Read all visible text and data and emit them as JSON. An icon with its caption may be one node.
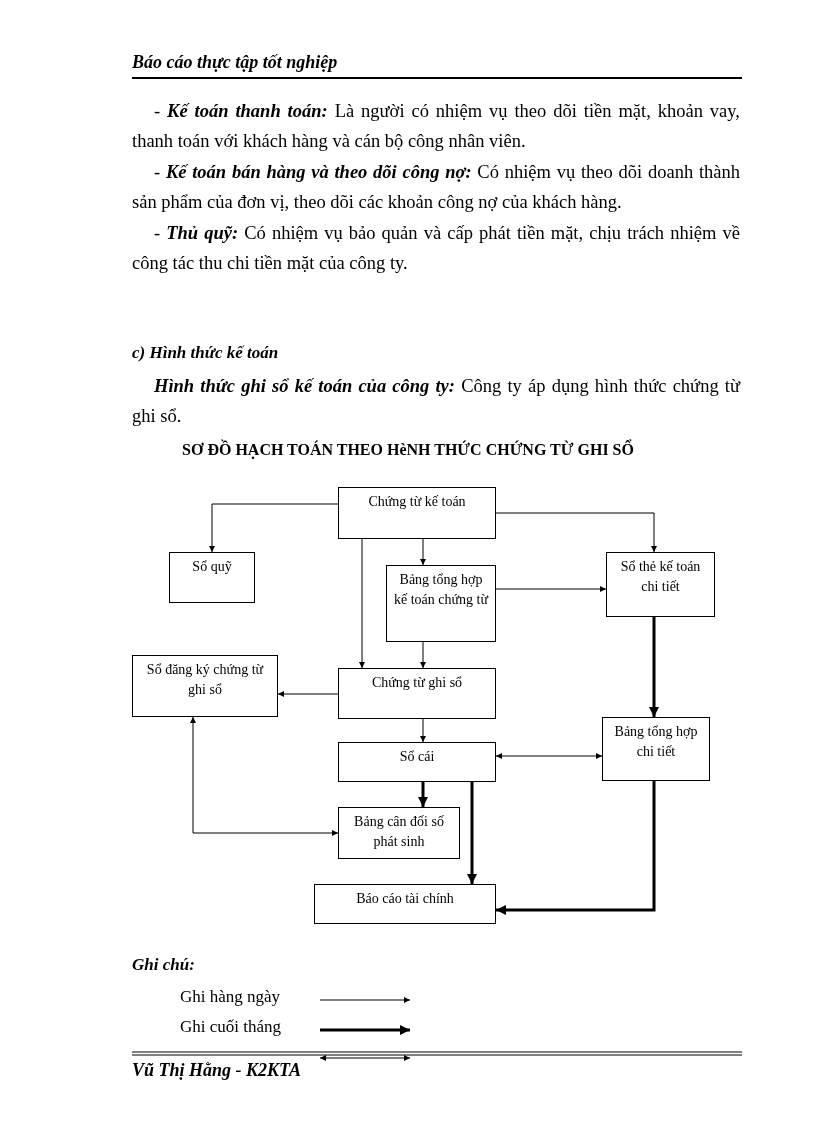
{
  "diagram": {
    "title": "SƠ ĐỒ HẠCH TOÁN THEO HèNH THỨC CHỨNG TỪ GHI SỔ",
    "nodes": [
      {
        "text": [
          "Chứng từ kế toán"
        ]
      },
      {
        "text": [
          "Sổ quỹ"
        ]
      },
      {
        "text": [
          "Bảng tổng hợp kế toán chứng từ"
        ]
      },
      {
        "text": [
          "Sổ thẻ kế toán chi tiết"
        ]
      },
      {
        "text": [
          "Sổ đăng ký chứng từ ghi sổ"
        ]
      },
      {
        "text": [
          "Chứng từ ghi sổ"
        ]
      },
      {
        "text": [
          "Sổ cái"
        ]
      },
      {
        "text": [
          "Bảng tổng hợp chi tiết"
        ]
      },
      {
        "text": [
          "Bảng cân đối số phát sinh"
        ]
      },
      {
        "text": [
          "Báo cáo tài chính"
        ]
      }
    ],
    "edges": [
      {
        "from": 0,
        "to": 1,
        "arrow": "to"
      },
      {
        "from": 0,
        "to": 2,
        "arrow": "to"
      },
      {
        "from": 0,
        "to": 3,
        "arrow": "to"
      },
      {
        "from": 0,
        "to": 5,
        "arrow": "to"
      },
      {
        "from": 2,
        "to": 3,
        "arrow": "to"
      },
      {
        "from": 2,
        "to": 5,
        "arrow": "to"
      },
      {
        "from": 5,
        "to": 4,
        "arrow": "to"
      },
      {
        "from": 5,
        "to": 6,
        "arrow": "to"
      },
      {
        "from": 3,
        "to": 7,
        "arrow": "to",
        "style": "thick"
      },
      {
        "from": 6,
        "to": 7,
        "arrow": "both"
      },
      {
        "from": 6,
        "to": 8,
        "arrow": "to",
        "style": "thick"
      },
      {
        "from": 6,
        "to": 9,
        "arrow": "to",
        "style": "thick"
      },
      {
        "from": 7,
        "to": 9,
        "arrow": "to",
        "style": "thick"
      },
      {
        "from": 4,
        "to": 8,
        "arrow": "both"
      }
    ],
    "labels": [
      "Báo cáo thực tập tốt nghiệp",
      "- **Kế toán thanh toán:** Là người có nhiệm vụ theo dõi tiền mặt, khoản vay, thanh toán với khách hàng và cán bộ công nhân viên.",
      "- **Kế toán bán hàng và theo dõi công nợ:** Có nhiệm vụ theo dõi doanh thành sản phẩm của đơn vị, theo dõi các khoản công nợ của khách hàng.",
      "- **Thủ quỹ:** Có nhiệm vụ bảo quản và cấp phát tiền mặt, chịu trách nhiệm về công tác thu chi tiền mặt của công ty.",
      "c) Hình thức kế toán",
      "**Hình thức ghi sổ kế toán của công ty:** Công ty áp dụng hình thức chứng từ ghi sổ.",
      "Ghi chú:",
      "Vũ Thị Hằng - K2KTA"
    ],
    "legend": [
      {
        "text": "Ghi hàng ngày"
      },
      {
        "text": "Ghi cuối tháng"
      }
    ]
  }
}
